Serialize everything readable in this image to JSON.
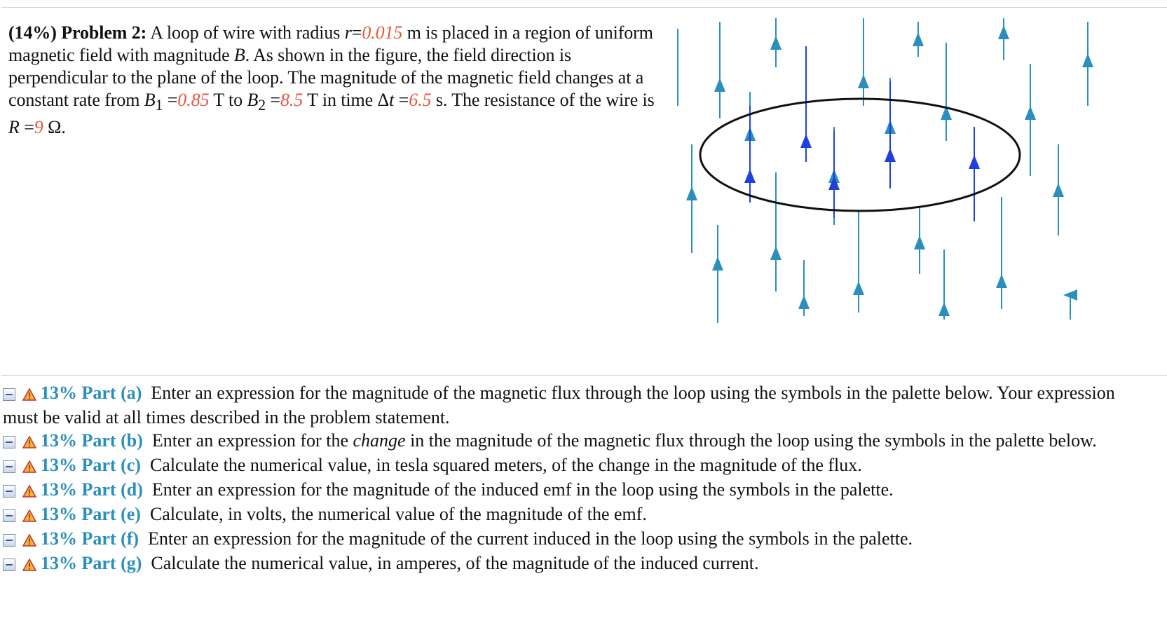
{
  "problem": {
    "weight": "(14%)",
    "title": "Problem 2:",
    "t1": "A loop of wire with radius",
    "r_sym": "r",
    "eq1": "=",
    "r_val": "0.015",
    "t2": "m is placed in a region of uniform magnetic field with magnitude",
    "B_sym": "B",
    "t3": ". As shown in the figure, the field direction is perpendicular to the plane of the loop. The magnitude of the magnetic field changes at a constant rate from",
    "B1_sym": "B",
    "B1_sub": "1",
    "eq2": "=",
    "B1_val": "0.85",
    "t4": "T to",
    "B2_sym": "B",
    "B2_sub": "2",
    "eq3": "=",
    "B2_val": "8.5",
    "t5": "T in time",
    "dt_delta": "Δ",
    "dt_sym": "t",
    "eq4": "=",
    "dt_val": "6.5",
    "t6": "s. The resistance of the wire is",
    "R_sym": "R",
    "eq5": "=",
    "R_val": "9",
    "t7": "Ω."
  },
  "parts": [
    {
      "head": "13% Part (a)",
      "pre": "Enter an expression for the magnitude of the magnetic flux through the loop using the symbols in the palette below. Your expression must be valid at all times described in the problem statement.",
      "em": "",
      "post": ""
    },
    {
      "head": "13% Part (b)",
      "pre": "Enter an expression for the",
      "em": "change",
      "post": "in the magnitude of the magnetic flux through the loop using the symbols in the palette below."
    },
    {
      "head": "13% Part (c)",
      "pre": "Calculate the numerical value, in tesla squared meters, of the change in the magnitude of the flux.",
      "em": "",
      "post": ""
    },
    {
      "head": "13% Part (d)",
      "pre": "Enter an expression for the magnitude of the induced emf in the loop using the symbols in the palette.",
      "em": "",
      "post": ""
    },
    {
      "head": "13% Part (e)",
      "pre": "Calculate, in volts, the numerical value of the magnitude of the emf.",
      "em": "",
      "post": ""
    },
    {
      "head": "13% Part (f)",
      "pre": "Enter an expression for the magnitude of the current induced in the loop using the symbols in the palette.",
      "em": "",
      "post": ""
    },
    {
      "head": "13% Part (g)",
      "pre": "Calculate the numerical value, in amperes, of the magnitude of the induced current.",
      "em": "",
      "post": ""
    }
  ],
  "colors": {
    "value": "#e8553d",
    "part_head": "#2a8fbd",
    "field_line": "#2a8fbd",
    "field_line_inside": "#1f3fe0",
    "loop": "#111111"
  },
  "icons": [
    "collapse-icon",
    "warning-icon"
  ]
}
